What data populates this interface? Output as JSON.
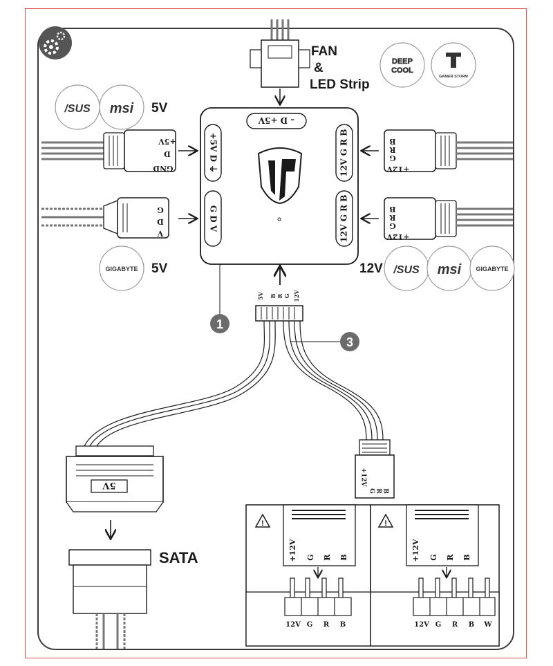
{
  "labels": {
    "fan_led_line1": "FAN",
    "fan_led_line2": "&",
    "fan_led_line3": "LED Strip",
    "left_voltage_top": "5V",
    "left_voltage_bottom": "5V",
    "right_voltage": "12V",
    "sata": "SATA",
    "callout_1": "1",
    "callout_3": "3"
  },
  "brands": {
    "asus": "/SUS",
    "msi": "msi",
    "gigabyte": "GIGABYTE",
    "deepcool_line1": "DEEP",
    "deepcool_line2": "COOL",
    "gamer_storm": "GAMER STORM"
  },
  "hub_ports": {
    "top": "–  D  +5V",
    "left_top": "+5V D ⏚",
    "left_bottom": "G D V",
    "right_top": "12V G R B",
    "right_bottom": "12V G R B"
  },
  "cable_pins": {
    "left_top": [
      "+5V",
      "D",
      "GND"
    ],
    "left_bottom": [
      "G",
      "D",
      "V"
    ],
    "right_top": [
      "B",
      "R",
      "G",
      "+12V"
    ],
    "right_bottom": [
      "B",
      "R",
      "G",
      "+12V"
    ]
  },
  "hub_cable_pins": [
    "5V",
    "B",
    "R",
    "G",
    "12V"
  ],
  "molex_label": "5V",
  "rgb_connector_pins": [
    "+12V",
    "G",
    "R",
    "B"
  ],
  "header_panels": [
    {
      "plug_pins": [
        "+12V",
        "G",
        "R",
        "B"
      ],
      "header_pins": [
        "12V",
        "G",
        "R",
        "B"
      ]
    },
    {
      "plug_pins": [
        "+12V",
        "G",
        "R",
        "B"
      ],
      "header_pins": [
        "12V",
        "G",
        "R",
        "B",
        "W"
      ]
    }
  ],
  "colors": {
    "frame": "#d9534f",
    "line": "#1a1a1a",
    "badge": "#6b6b6b",
    "gear_bg": "#555555"
  }
}
